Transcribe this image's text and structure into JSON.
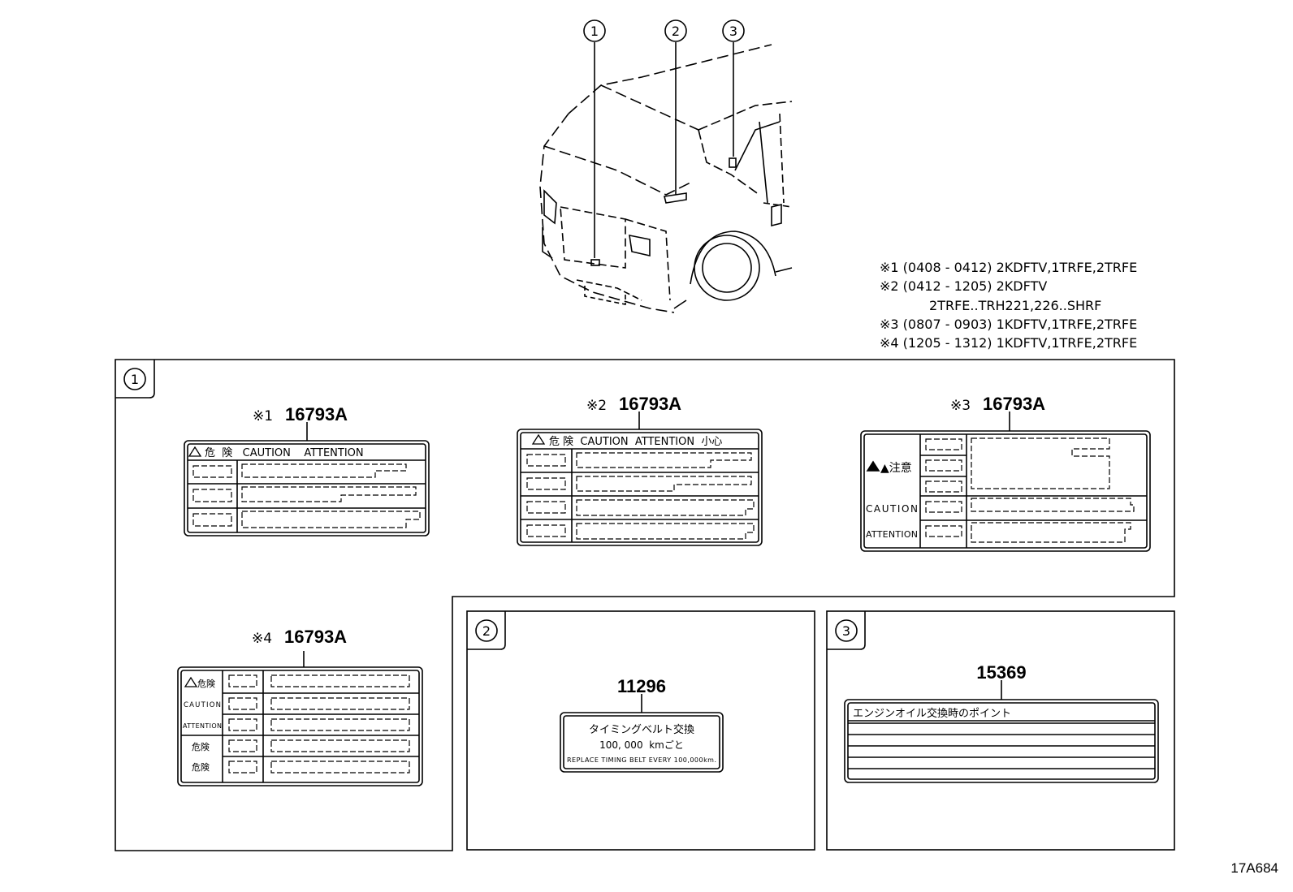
{
  "callouts": [
    "1",
    "2",
    "3"
  ],
  "notes": [
    "※1 (0408 - 0412) 2KDFTV,1TRFE,2TRFE",
    "※2 (0412 - 1205) 2KDFTV",
    "            2TRFE..TRH221,226..SHRF",
    "※3 (0807 - 0903) 1KDFTV,1TRFE,2TRFE",
    "※4 (1205 - 1312) 1KDFTV,1TRFE,2TRFE"
  ],
  "panel1": {
    "number": "1",
    "labels": [
      {
        "mark": "※1",
        "part": "16793A",
        "header": "危  険   CAUTION    ATTENTION"
      },
      {
        "mark": "※2",
        "part": "16793A",
        "header": "危 険  CAUTION  ATTENTION  小心"
      },
      {
        "mark": "※3",
        "part": "16793A",
        "side": [
          "▲注意",
          "CAUTION",
          "ATTENTION"
        ]
      },
      {
        "mark": "※4",
        "part": "16793A",
        "side": [
          "危険",
          "CAUTION",
          "ATTENTION",
          "危険",
          "危険"
        ]
      }
    ]
  },
  "panel2": {
    "number": "2",
    "part": "11296",
    "lines": [
      "タイミングベルト交換",
      "100, 000  kmごと",
      "REPLACE TIMING BELT EVERY 100,000km."
    ]
  },
  "panel3": {
    "number": "3",
    "part": "15369",
    "header": "エンジンオイル交換時のポイント"
  },
  "doc_id": "17A684"
}
